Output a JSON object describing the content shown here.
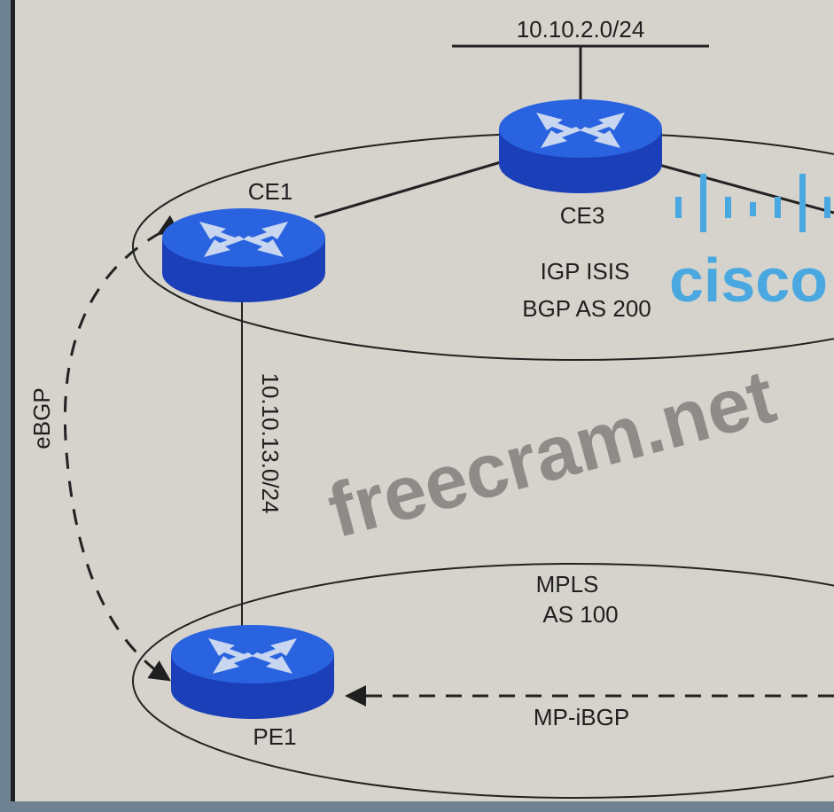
{
  "network_top": "10.10.2.0/24",
  "routers": {
    "ce1": "CE1",
    "ce3": "CE3",
    "pe1": "PE1"
  },
  "customer_domain": {
    "igp": "IGP ISIS",
    "bgp": "BGP AS 200"
  },
  "link_ce1_pe1": "10.10.13.0/24",
  "ebgp_label": "eBGP",
  "provider_domain": {
    "name": "MPLS",
    "as": "AS 100"
  },
  "mp_ibgp_label": "MP-iBGP",
  "watermark": "freecram.net",
  "logo": "cisco",
  "colors": {
    "router_top": "#2a63e0",
    "router_body": "#1a3fb8",
    "logo": "#4aa8e0",
    "background": "#d6d3cc"
  }
}
